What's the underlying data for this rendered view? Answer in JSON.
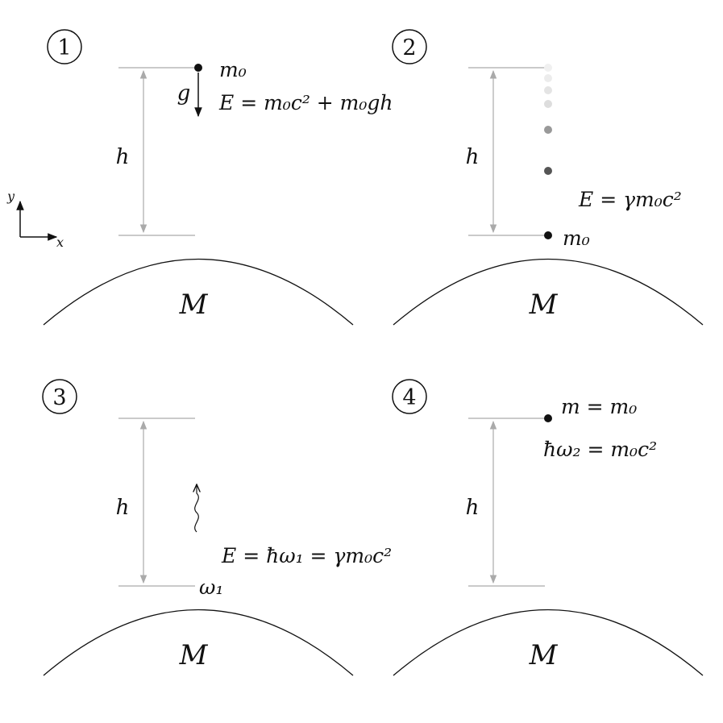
{
  "panels": [
    {
      "number": "1",
      "height_label": "h",
      "mass_label": "m₀",
      "gravity_label": "g",
      "energy_label": "E = m₀c² + m₀gh",
      "planet_label": "M",
      "axes": {
        "x": "x",
        "y": "y"
      }
    },
    {
      "number": "2",
      "height_label": "h",
      "mass_label": "m₀",
      "energy_label": "E = γm₀c²",
      "planet_label": "M",
      "trail_shades": [
        "#f0f0f0",
        "#e8e8e8",
        "#dddddd",
        "#999999",
        "#555555",
        "#111111"
      ]
    },
    {
      "number": "3",
      "height_label": "h",
      "frequency_label": "ω₁",
      "energy_label": "E = ħω₁ = γm₀c²",
      "planet_label": "M"
    },
    {
      "number": "4",
      "height_label": "h",
      "mass_label": "m = m₀",
      "energy_label": "ħω₂ = m₀c²",
      "planet_label": "M"
    }
  ],
  "colors": {
    "ink": "#111111",
    "guide": "#aaaaaa"
  }
}
